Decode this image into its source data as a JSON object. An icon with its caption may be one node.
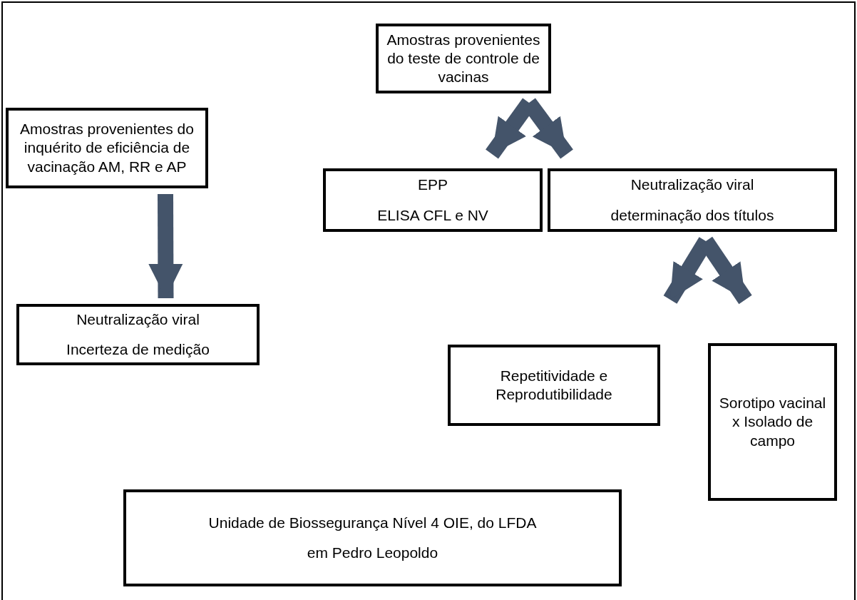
{
  "diagram": {
    "nodes": [
      {
        "text": [
          "Amostras provenientes do teste de controle de vacinas"
        ]
      },
      {
        "text": [
          "Amostras provenientes do inquérito de eficiência de vacinação AM, RR e AP"
        ]
      },
      {
        "text": [
          "EPP",
          "ELISA CFL e NV"
        ]
      },
      {
        "text": [
          "Neutralização viral",
          "determinação dos títulos"
        ]
      },
      {
        "text": [
          "Neutralização viral",
          "Incerteza de medição"
        ]
      },
      {
        "text": [
          "Repetitividade e Reprodutibilidade"
        ]
      },
      {
        "text": [
          "Sorotipo vacinal x Isolado de campo"
        ]
      },
      {
        "text": [
          "Unidade de Biossegurança Nível 4 OIE, do LFDA",
          "em Pedro Leopoldo"
        ]
      }
    ],
    "edges": [
      {
        "from": 0,
        "to": 2,
        "arrow": "to"
      },
      {
        "from": 0,
        "to": 3,
        "arrow": "to"
      },
      {
        "from": 1,
        "to": 4,
        "arrow": "to"
      },
      {
        "from": 3,
        "to": 5,
        "arrow": "to"
      },
      {
        "from": 3,
        "to": 6,
        "arrow": "to"
      }
    ]
  }
}
